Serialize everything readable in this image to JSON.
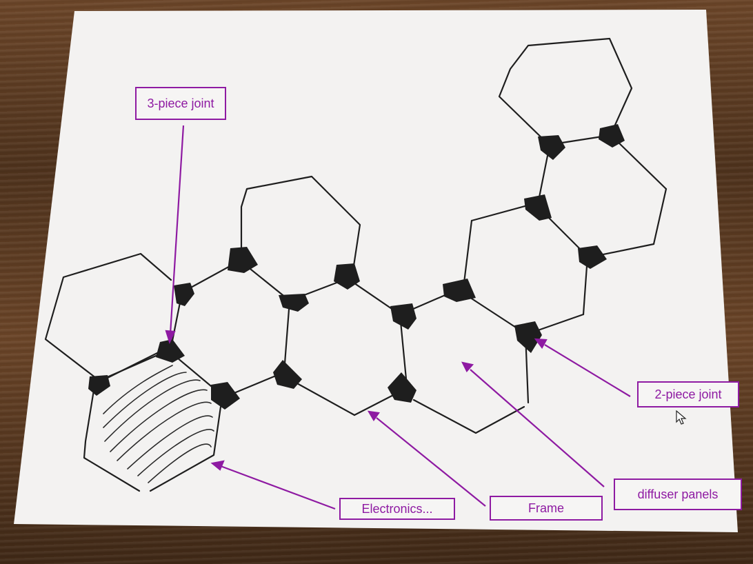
{
  "labels": {
    "three_piece_joint": "3-piece joint",
    "two_piece_joint": "2-piece joint",
    "diffuser_panels": "diffuser panels",
    "frame": "Frame",
    "electronics": "Electronics..."
  },
  "colors": {
    "annotation": "#8e1aa2",
    "ink": "#1e1e1e",
    "paper": "#f3f2f1"
  }
}
